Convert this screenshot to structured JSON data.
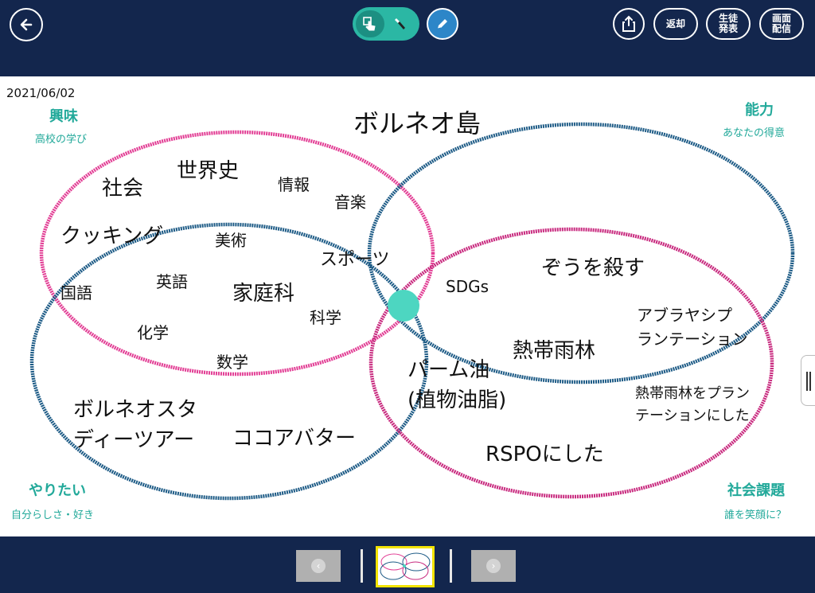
{
  "toolbar": {
    "return_label": "返却",
    "present_label_1": "生徒",
    "present_label_2": "発表",
    "screen_label_1": "画面",
    "screen_label_2": "配信"
  },
  "canvas": {
    "date": "2021/06/02",
    "corners": {
      "top_left_title": "興味",
      "top_left_sub": "高校の学び",
      "top_right_title": "能力",
      "top_right_sub": "あなたの得意",
      "bottom_left_title": "やりたい",
      "bottom_left_sub": "自分らしさ・好き",
      "bottom_right_title": "社会課題",
      "bottom_right_sub": "誰を笑顔に？"
    },
    "title": "ボルネオ島",
    "words": {
      "shakai": "社会",
      "sekaishi": "世界史",
      "joho": "情報",
      "ongaku": "音楽",
      "cooking": "クッキング",
      "bijutsu": "美術",
      "sports": "スポーツ",
      "eigo": "英語",
      "kokugo": "国語",
      "kateika": "家庭科",
      "kagaku_sci": "科学",
      "kagaku_chem": "化学",
      "sugaku": "数学",
      "borneo_study_1": "ボルネオスタ",
      "borneo_study_2": "ディーツアー",
      "cocoa_butter": "ココアバター",
      "sdgs": "SDGs",
      "zou": "ぞうを殺す",
      "palm_oil_1": "パーム油",
      "palm_oil_2": "(植物油脂)",
      "rainforest": "熱帯雨林",
      "plantation_1": "アブラヤシプ",
      "plantation_2": "ランテーション",
      "rainforest_plant_1": "熱帯雨林をプラン",
      "rainforest_plant_2": "テーションにした",
      "rspo": "RSPOにした"
    }
  },
  "colors": {
    "pink": "#e23d94",
    "navy": "#1d5b86",
    "teal": "#22a99a",
    "bar": "#13264d"
  }
}
